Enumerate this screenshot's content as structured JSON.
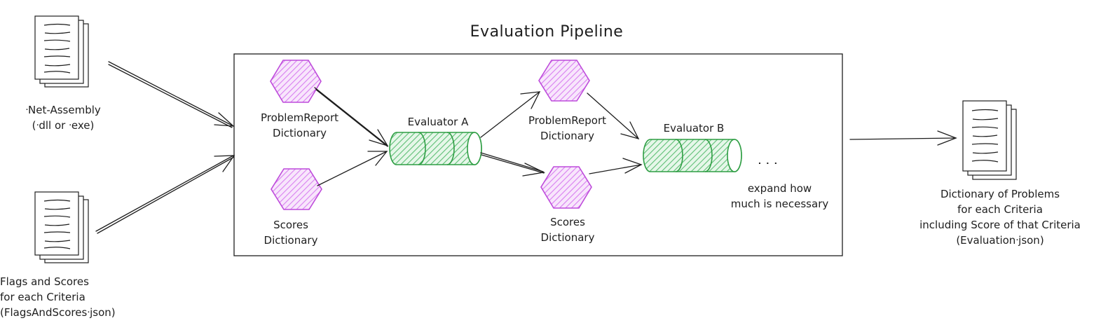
{
  "title": "Evaluation Pipeline",
  "inputs": {
    "assembly": [
      "ᐧNet-Assembly",
      "(ᐧdll or ᐧexe)"
    ],
    "flags": [
      "Flags and Scores",
      "for each Criteria",
      "(FlagsAndScoresᐧjson)"
    ]
  },
  "stage1": {
    "problem_report": [
      "ProblemReport",
      "Dictionary"
    ],
    "scores": [
      "Scores",
      "Dictionary"
    ],
    "evaluator": "Evaluator A"
  },
  "stage2": {
    "problem_report": [
      "ProblemReport",
      "Dictionary"
    ],
    "scores": [
      "Scores",
      "Dictionary"
    ],
    "evaluator": "Evaluator B"
  },
  "continuation": {
    "dots": "ᐧ ᐧ ᐧ",
    "note": [
      "expand how",
      "much is necessary"
    ]
  },
  "output": [
    "Dictionary of Problems",
    "for each Criteria",
    "including Score of that Criteria",
    "(Evaluationᐧjson)"
  ],
  "colors": {
    "stroke": "#1e1e1e",
    "hexagon": "#be4bdb",
    "hexagon_fill": "#e599f7",
    "evaluator": "#2f9e44",
    "evaluator_fill": "#b2f2bb"
  },
  "icons": {
    "document": "document-stack-icon",
    "hexagon": "hexagon-icon",
    "evaluator": "cylinder-icon"
  }
}
